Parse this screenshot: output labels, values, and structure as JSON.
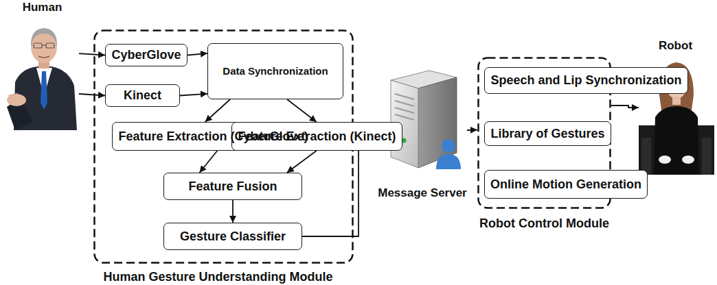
{
  "diagram": {
    "nodes": [
      {
        "text": [
          "Human"
        ]
      },
      {
        "text": [
          "Human Gesture Understanding Module"
        ]
      },
      {
        "text": [
          "CyberGlove"
        ],
        "in": 1
      },
      {
        "text": [
          "Kinect"
        ],
        "in": 1
      },
      {
        "text": [
          "Data Synchronization"
        ],
        "in": 1
      },
      {
        "text": [
          "Feature Extraction (CyberGlove)"
        ],
        "in": 1
      },
      {
        "text": [
          "Feature Extraction (Kinect)"
        ],
        "in": 1
      },
      {
        "text": [
          "Feature Fusion"
        ],
        "in": 1
      },
      {
        "text": [
          "Gesture Classifier"
        ],
        "in": 1
      },
      {
        "text": [
          "Message Server"
        ]
      },
      {
        "text": [
          "Robot Control Module"
        ]
      },
      {
        "text": [
          "Speech and Lip Synchronization"
        ],
        "in": 10
      },
      {
        "text": [
          "Library of Gestures"
        ],
        "in": 10
      },
      {
        "text": [
          "Online Motion Generation"
        ],
        "in": 10
      },
      {
        "text": [
          "Robot"
        ]
      }
    ],
    "edges": [
      {
        "from": 0,
        "to": 2,
        "arrow": "to"
      },
      {
        "from": 0,
        "to": 3,
        "arrow": "to"
      },
      {
        "from": 2,
        "to": 4,
        "arrow": "to"
      },
      {
        "from": 3,
        "to": 4,
        "arrow": "to"
      },
      {
        "from": 4,
        "to": 5,
        "arrow": "to"
      },
      {
        "from": 4,
        "to": 6,
        "arrow": "to"
      },
      {
        "from": 5,
        "to": 7,
        "arrow": "to"
      },
      {
        "from": 6,
        "to": 7,
        "arrow": "to"
      },
      {
        "from": 7,
        "to": 8,
        "arrow": "to"
      },
      {
        "from": 8,
        "to": 9,
        "arrow": "to"
      },
      {
        "from": 9,
        "to": 10,
        "arrow": "to"
      },
      {
        "from": 10,
        "to": 14,
        "arrow": "to"
      }
    ]
  }
}
